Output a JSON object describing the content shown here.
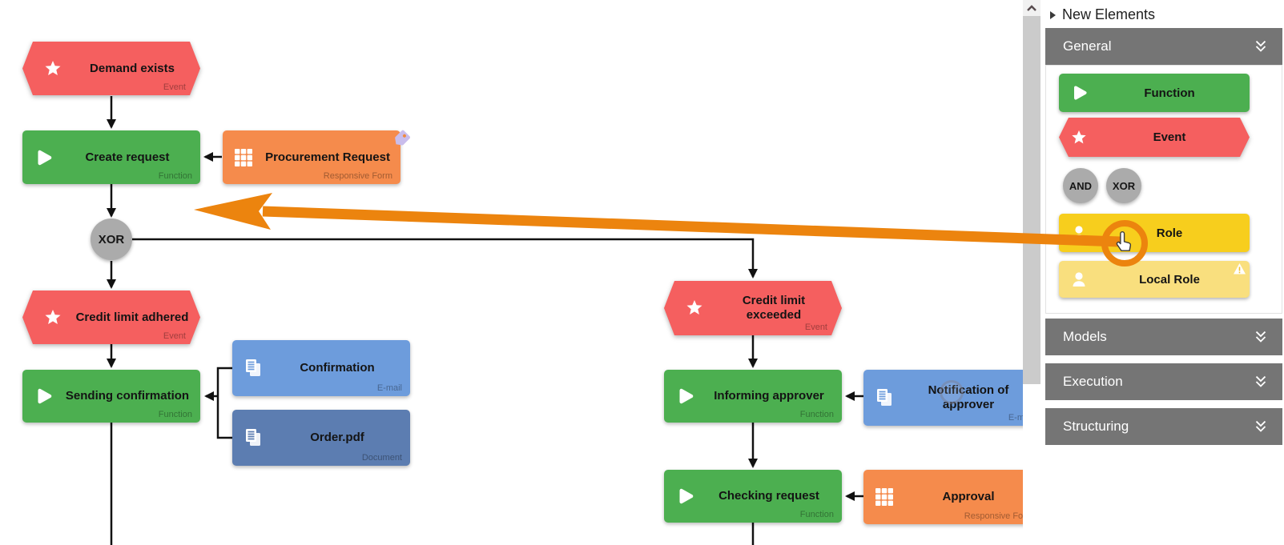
{
  "palette": {
    "header": "New Elements",
    "sections": {
      "general": "General",
      "models": "Models",
      "execution": "Execution",
      "structuring": "Structuring"
    },
    "items": {
      "function": "Function",
      "event": "Event",
      "and": "AND",
      "xor": "XOR",
      "role": "Role",
      "local_role": "Local Role"
    }
  },
  "canvas": {
    "nodes": {
      "demand_exists": {
        "title": "Demand exists",
        "type": "Event"
      },
      "create_request": {
        "title": "Create request",
        "type": "Function"
      },
      "procurement_request": {
        "title": "Procurement Request",
        "type": "Responsive Form"
      },
      "xor_gateway": "XOR",
      "credit_limit_adhered": {
        "title": "Credit limit adhered",
        "type": "Event"
      },
      "sending_confirmation": {
        "title": "Sending confirmation",
        "type": "Function"
      },
      "confirmation": {
        "title": "Confirmation",
        "type": "E-mail"
      },
      "order_pdf": {
        "title": "Order.pdf",
        "type": "Document"
      },
      "credit_limit_exceeded": {
        "title": "Credit limit exceeded",
        "type": "Event"
      },
      "informing_approver": {
        "title": "Informing approver",
        "type": "Function"
      },
      "notification_of_approver": {
        "title": "Notification of approver",
        "type": "E-mail"
      },
      "checking_request": {
        "title": "Checking request",
        "type": "Function"
      },
      "approval": {
        "title": "Approval",
        "type": "Responsive Form"
      }
    }
  },
  "colors": {
    "event": "#f55f5f",
    "function": "#4caf50",
    "responsive_form": "#f58b4c",
    "email_document": "#6d9cdc",
    "document": "#5c7db1",
    "gateway": "#ababab",
    "role": "#f7ce1d",
    "local_role": "#f9df7e",
    "section_header": "#757575",
    "drag_arrow": "#ec840e"
  }
}
